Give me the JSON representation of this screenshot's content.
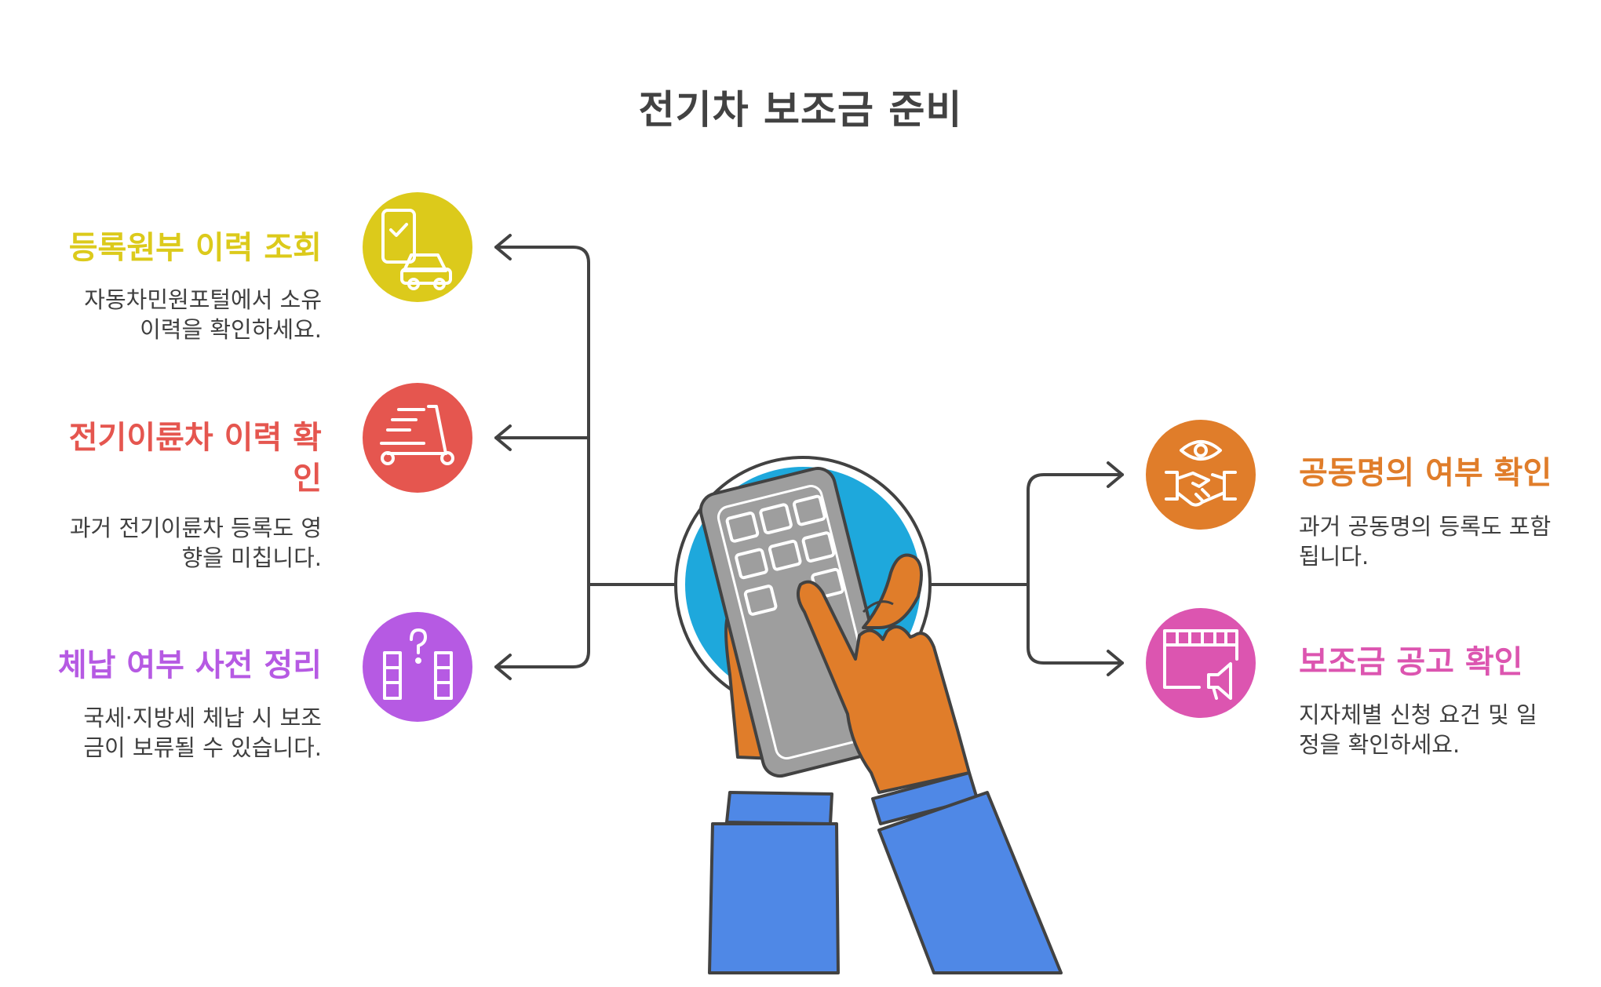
{
  "title": "전기차 보조금 준비",
  "colors": {
    "yellow": "#dcca1b",
    "red": "#e5564f",
    "purple": "#b65ae3",
    "orange": "#e07d2a",
    "pink": "#dc55b0",
    "blue_circle": "#1ea8dc",
    "calculator": "#9e9e9e",
    "hand": "#e07d2a",
    "sleeve": "#4f88e6",
    "line": "#424242"
  },
  "items": {
    "registration": {
      "title": "등록원부 이력 조회",
      "desc_line1": "자동차민원포털에서 소유",
      "desc_line2": "이력을 확인하세요.",
      "icon": "phone-car-icon"
    },
    "scooter": {
      "title_line1": "전기이륜차 이력 확",
      "title_line2": "인",
      "desc_line1": "과거 전기이륜차 등록도 영",
      "desc_line2": "향을 미칩니다.",
      "icon": "scooter-icon"
    },
    "tax": {
      "title": "체납 여부 사전 정리",
      "desc_line1": "국세·지방세 체납 시 보조",
      "desc_line2": "금이 보류될 수 있습니다.",
      "icon": "question-blocks-icon"
    },
    "joint": {
      "title": "공동명의 여부 확인",
      "desc_line1": "과거 공동명의 등록도 포함",
      "desc_line2": "됩니다.",
      "icon": "eye-handshake-icon"
    },
    "notice": {
      "title": "보조금 공고 확인",
      "desc_line1": "지자체별 신청 요건 및 일",
      "desc_line2": "정을 확인하세요.",
      "icon": "calendar-megaphone-icon"
    }
  },
  "center_icon": "hands-calculator-icon"
}
